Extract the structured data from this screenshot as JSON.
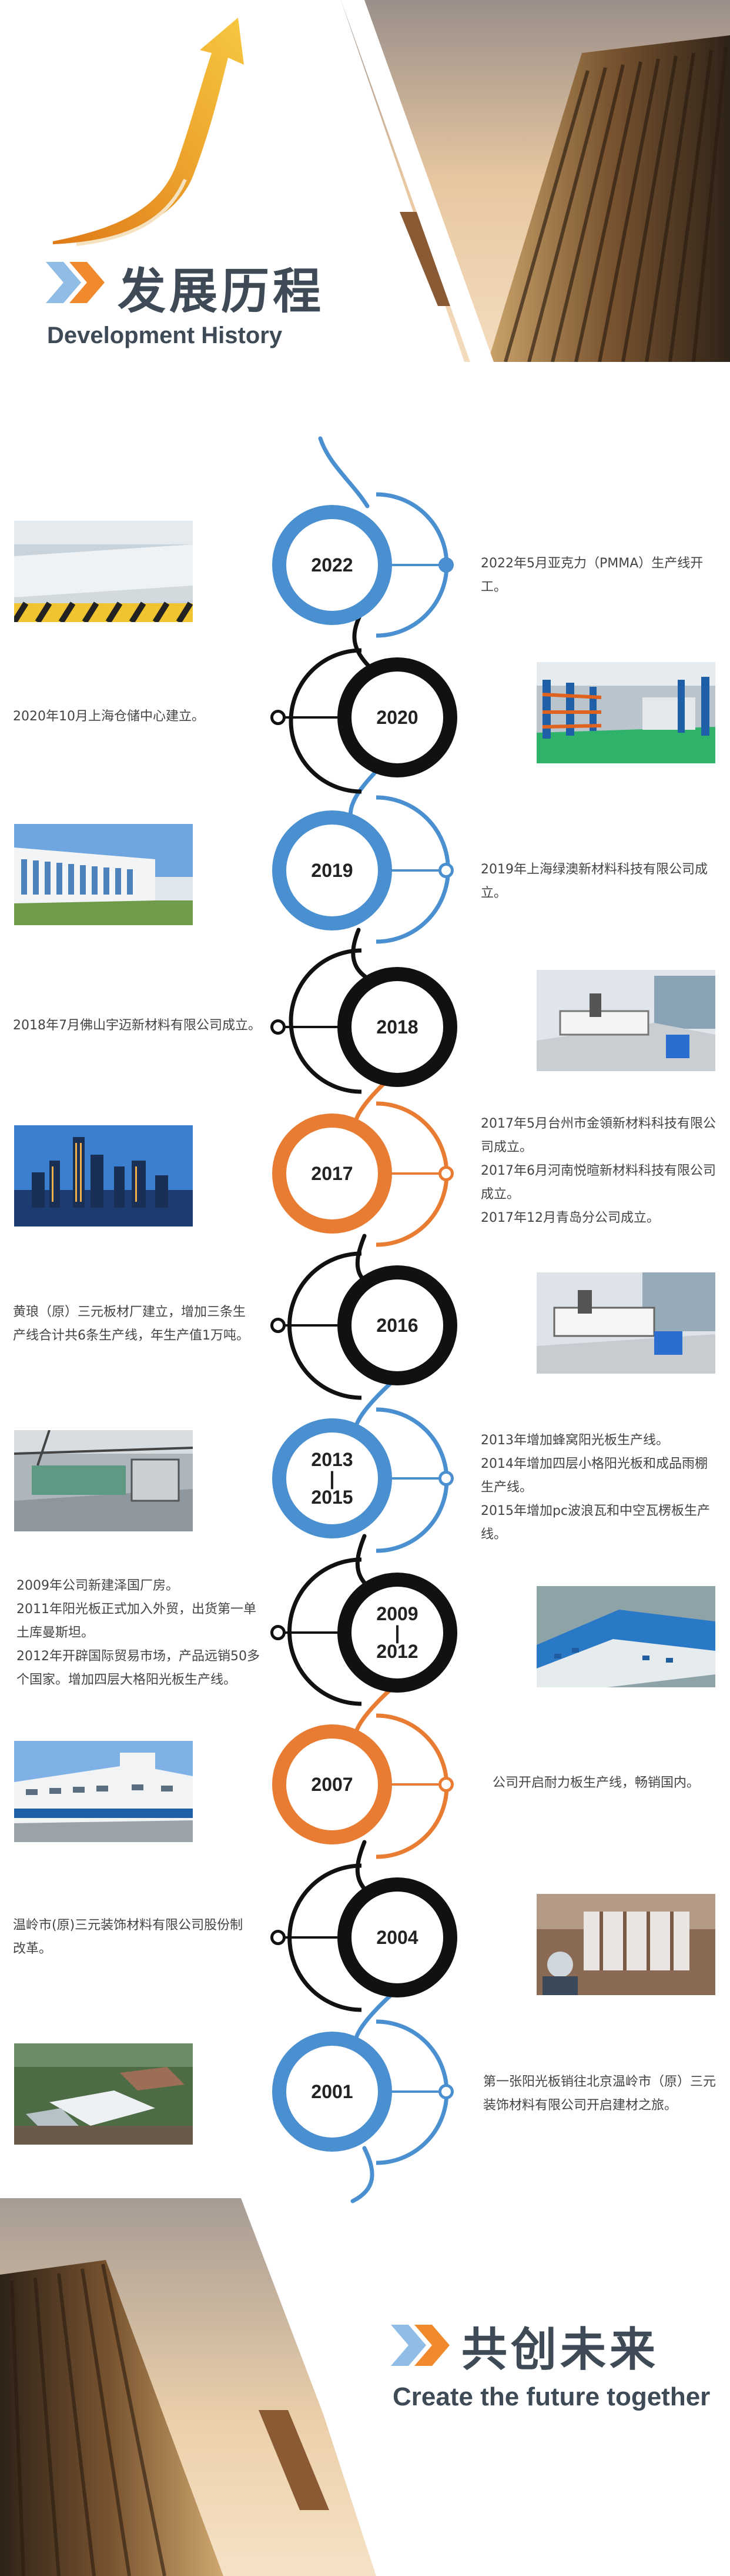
{
  "header": {
    "title_cn": "发展历程",
    "title_en": "Development History"
  },
  "colors": {
    "blue": "#4a90d0",
    "black": "#111111",
    "orange": "#e97c33",
    "title": "#3e4a56",
    "chevron_orange": "#f08a2c",
    "chevron_blue": "#8fbde6"
  },
  "timeline": [
    {
      "year": "2022",
      "ring_color": "blue",
      "text": [
        "2022年5月亚克力（PMMA）生产线开工。"
      ],
      "photo": "acrylic-sheets"
    },
    {
      "year": "2020",
      "ring_color": "black",
      "text": [
        "2020年10月上海仓储中心建立。"
      ],
      "photo": "warehouse"
    },
    {
      "year": "2019",
      "ring_color": "blue",
      "text": [
        "2019年上海绿澳新材料科技有限公司成",
        "立。"
      ],
      "photo": "office-building"
    },
    {
      "year": "2018",
      "ring_color": "black",
      "text": [
        "2018年7月佛山宇迈新材料有限公司成立。"
      ],
      "photo": "production-line"
    },
    {
      "year": "2017",
      "ring_color": "orange",
      "text": [
        "2017年5月台州市金領新材料科技有限公",
        "司成立。",
        "2017年6月河南悦暄新材料科技有限公司",
        "成立。",
        "2017年12月青岛分公司成立。"
      ],
      "photo": "city-night"
    },
    {
      "year": "2016",
      "ring_color": "black",
      "text": [
        "黄琅（原）三元板材厂建立，增加三条生",
        "产线合计共6条生产线，年生产值1万吨。"
      ],
      "photo": "factory-line"
    },
    {
      "year": "2013\n|\n2015",
      "ring_color": "blue",
      "text": [
        "2013年增加蜂窝阳光板生产线。",
        "2014年增加四层小格阳光板和成品雨棚",
        "生产线。",
        "2015年增加pc波浪瓦和中空瓦楞板生产",
        "线。"
      ],
      "photo": "machinery"
    },
    {
      "year": "2009\n|\n2012",
      "ring_color": "black",
      "text": [
        "2009年公司新建泽国厂房。",
        "2011年阳光板正式加入外贸，出货第一单",
        "土库曼斯坦。",
        "2012年开辟国际贸易市场，产品远销50多",
        "个国家。增加四层大格阳光板生产线。"
      ],
      "photo": "factory-aerial"
    },
    {
      "year": "2007",
      "ring_color": "orange",
      "text": [
        "公司开启耐力板生产线，畅销国内。"
      ],
      "photo": "factory-front"
    },
    {
      "year": "2004",
      "ring_color": "black",
      "text": [
        "温岭市(原)三元装饰材料有限公司股份制",
        "改革。"
      ],
      "photo": "workshop"
    },
    {
      "year": "2001",
      "ring_color": "blue",
      "text": [
        "第一张阳光板销往北京温岭市（原）三元",
        "装饰材料有限公司开启建材之旅。"
      ],
      "photo": "greenhouse-aerial"
    }
  ],
  "footer": {
    "title_cn": "共创未来",
    "title_en": "Create the future together"
  }
}
